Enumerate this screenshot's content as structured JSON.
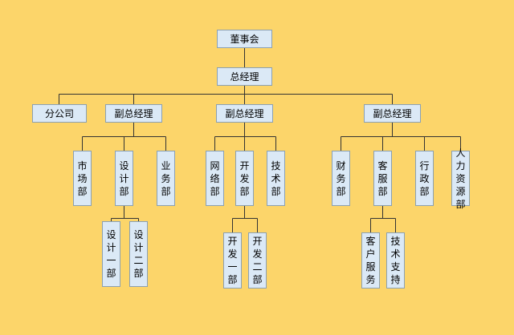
{
  "nodes": {
    "board": "董事会",
    "gm": "总经理",
    "branch": "分公司",
    "vp1": "副总经理",
    "vp2": "副总经理",
    "vp3": "副总经理",
    "market": "市场部",
    "design": "设计部",
    "business": "业务部",
    "design1": "设计一部",
    "design2": "设计二部",
    "network": "网络部",
    "dev": "开发部",
    "tech": "技术部",
    "dev1": "开发一部",
    "dev2": "开发二部",
    "finance": "财务部",
    "cs": "客服部",
    "admin": "行政部",
    "hr": "人力资源部",
    "custservice": "客户服务",
    "techsupport": "技术支持"
  },
  "colors": {
    "background": "#fcd56a",
    "box_fill": "#dbe9f6",
    "box_border": "#8aa0b3",
    "line": "#333333"
  }
}
